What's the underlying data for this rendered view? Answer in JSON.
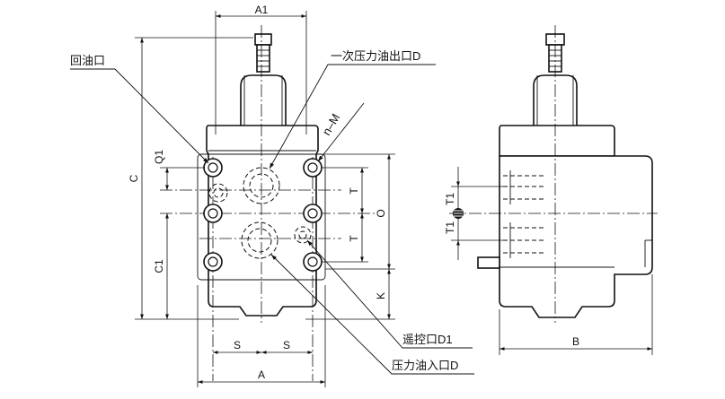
{
  "callouts": {
    "return_port": "回油口",
    "primary_pressure_outlet": "一次压力油出口D",
    "remote_control_port": "遥控口D1",
    "pressure_inlet": "压力油入口D",
    "bolt_holes": "n–M"
  },
  "dimensions": {
    "a1": "A1",
    "a": "A",
    "s_left": "S",
    "s_right": "S",
    "c": "C",
    "c1": "C1",
    "q1": "Q1",
    "o": "O",
    "t_upper": "T",
    "t_lower": "T",
    "k": "K",
    "b": "B",
    "t1_upper": "T1",
    "t1_lower": "T1"
  }
}
